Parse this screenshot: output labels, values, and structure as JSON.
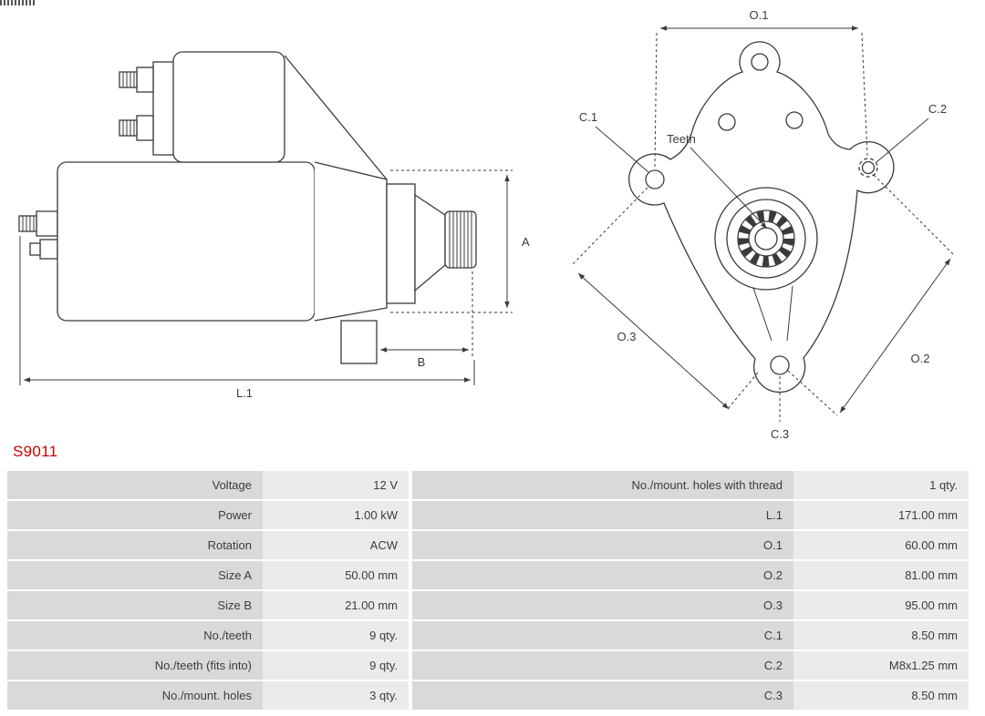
{
  "part_number": "S9011",
  "colors": {
    "part_number": "#cc0000",
    "cell_label_bg": "#d9d9d9",
    "cell_value_bg": "#ebebeb",
    "table_text": "#3c3c3c",
    "diagram_line": "#3a3a3a"
  },
  "diagram": {
    "side_view": {
      "dim_a": "A",
      "dim_b": "B",
      "dim_l1": "L.1"
    },
    "front_view": {
      "dim_o1": "O.1",
      "dim_o2": "O.2",
      "dim_o3": "O.3",
      "dim_c1": "C.1",
      "dim_c2": "C.2",
      "dim_c3": "C.3",
      "teeth_label": "Teeth"
    }
  },
  "spec_table": {
    "rows": [
      {
        "label_left": "Voltage",
        "value_left": "12 V",
        "label_right": "No./mount. holes with thread",
        "value_right": "1 qty."
      },
      {
        "label_left": "Power",
        "value_left": "1.00 kW",
        "label_right": "L.1",
        "value_right": "171.00 mm"
      },
      {
        "label_left": "Rotation",
        "value_left": "ACW",
        "label_right": "O.1",
        "value_right": "60.00 mm"
      },
      {
        "label_left": "Size A",
        "value_left": "50.00 mm",
        "label_right": "O.2",
        "value_right": "81.00 mm"
      },
      {
        "label_left": "Size B",
        "value_left": "21.00 mm",
        "label_right": "O.3",
        "value_right": "95.00 mm"
      },
      {
        "label_left": "No./teeth",
        "value_left": "9 qty.",
        "label_right": "C.1",
        "value_right": "8.50 mm"
      },
      {
        "label_left": "No./teeth (fits into)",
        "value_left": "9 qty.",
        "label_right": "C.2",
        "value_right": "M8x1.25 mm"
      },
      {
        "label_left": "No./mount. holes",
        "value_left": "3 qty.",
        "label_right": "C.3",
        "value_right": "8.50 mm"
      }
    ]
  }
}
